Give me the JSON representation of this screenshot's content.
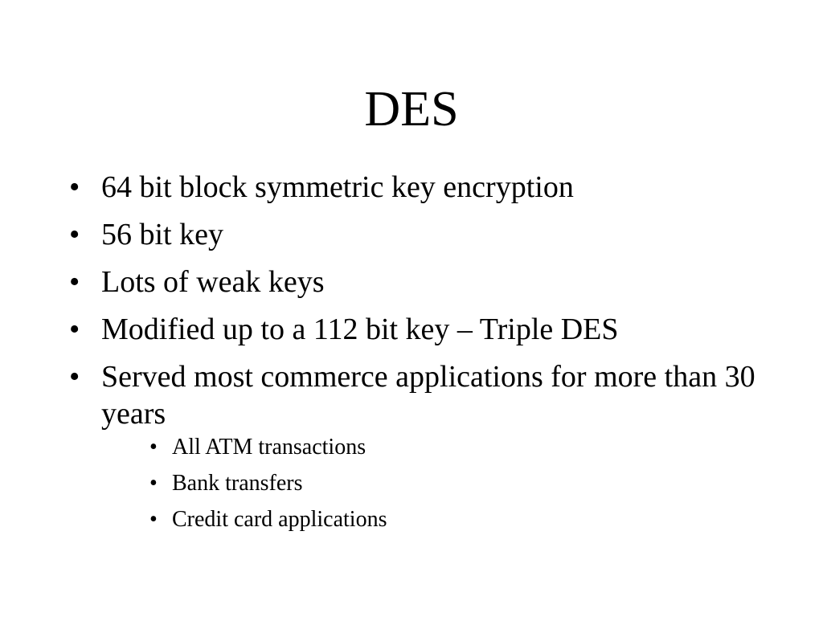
{
  "slide": {
    "title": "DES",
    "bullet_symbol": "•",
    "bullets": [
      "64 bit block symmetric key encryption",
      "56 bit key",
      "Lots of weak keys",
      "Modified up to a 112 bit key – Triple DES",
      "Served most commerce applications for more than 30 years"
    ],
    "sub_bullets": [
      "All ATM transactions",
      "Bank transfers",
      "Credit card applications"
    ]
  }
}
